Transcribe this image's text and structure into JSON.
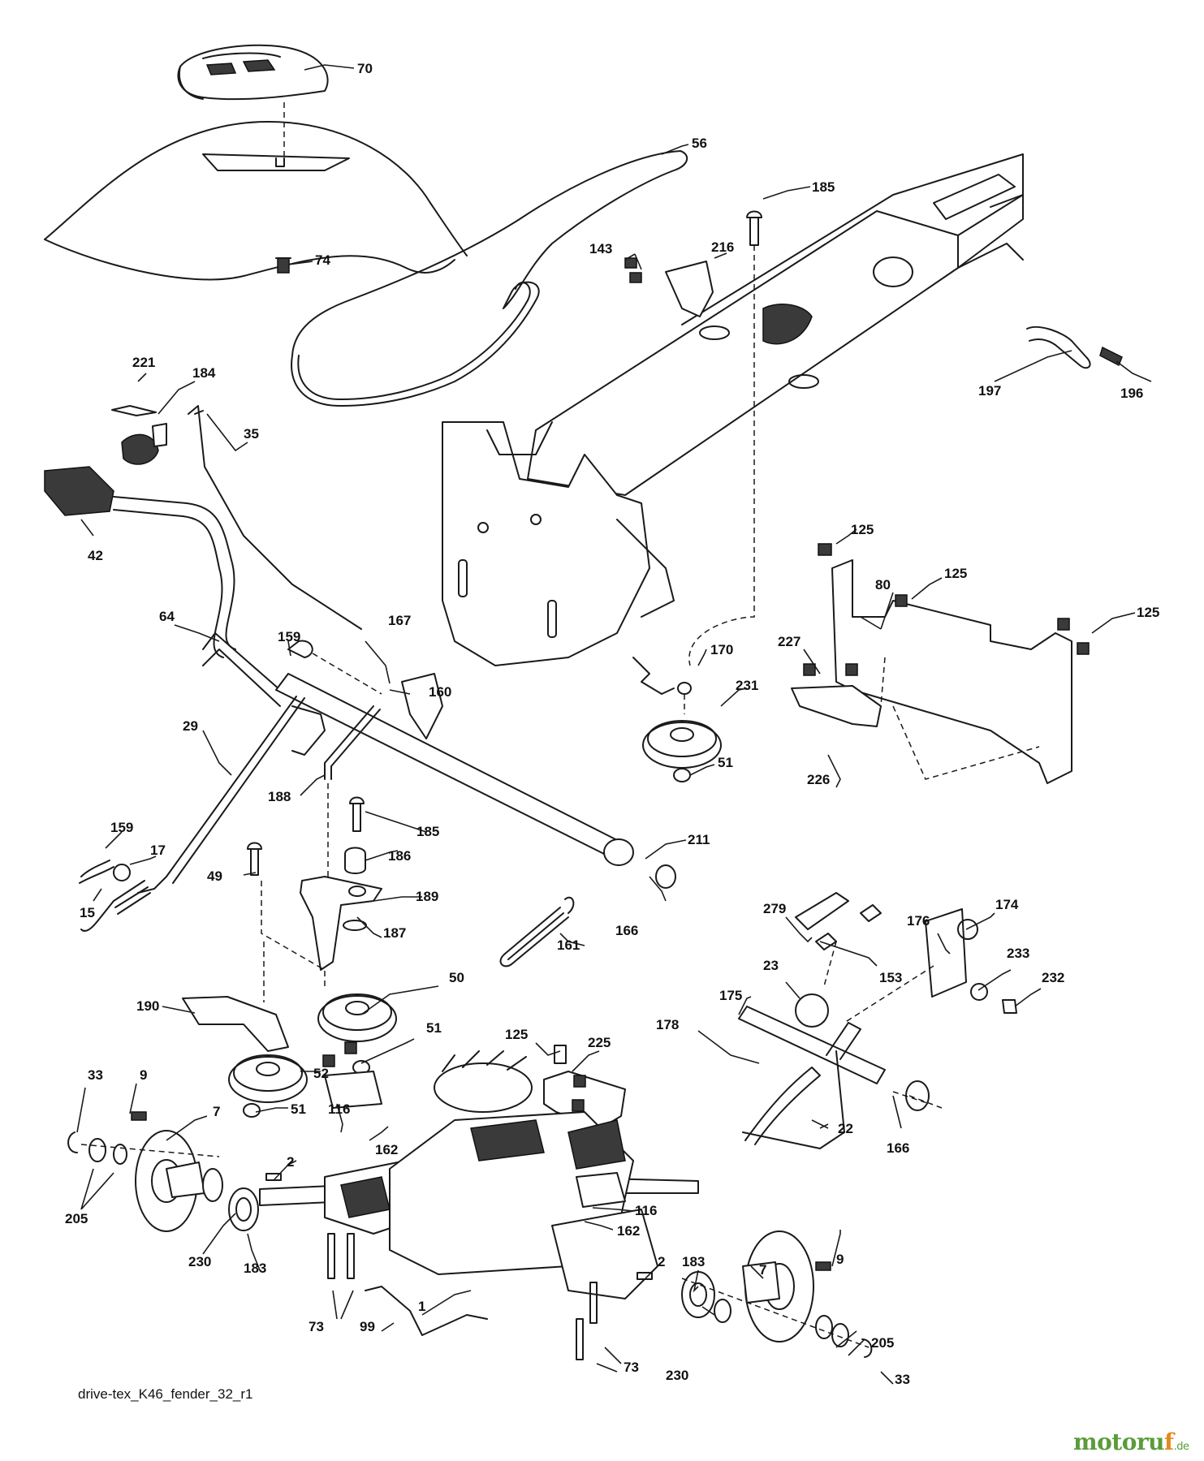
{
  "diagram": {
    "caption": "drive-tex_K46_fender_32_r1",
    "watermark": {
      "main": "motoru",
      "accent": "f",
      "tld": ".de"
    },
    "callouts": [
      {
        "id": "c70",
        "text": "70"
      },
      {
        "id": "c56",
        "text": "56"
      },
      {
        "id": "c185a",
        "text": "185"
      },
      {
        "id": "c143",
        "text": "143"
      },
      {
        "id": "c216",
        "text": "216"
      },
      {
        "id": "c74",
        "text": "74"
      },
      {
        "id": "c221",
        "text": "221"
      },
      {
        "id": "c184",
        "text": "184"
      },
      {
        "id": "c35",
        "text": "35"
      },
      {
        "id": "c42",
        "text": "42"
      },
      {
        "id": "c197",
        "text": "197"
      },
      {
        "id": "c196",
        "text": "196"
      },
      {
        "id": "c125a",
        "text": "125"
      },
      {
        "id": "c125b",
        "text": "125"
      },
      {
        "id": "c80",
        "text": "80"
      },
      {
        "id": "c125c",
        "text": "125"
      },
      {
        "id": "c64",
        "text": "64"
      },
      {
        "id": "c159a",
        "text": "159"
      },
      {
        "id": "c167",
        "text": "167"
      },
      {
        "id": "c160",
        "text": "160"
      },
      {
        "id": "c170",
        "text": "170"
      },
      {
        "id": "c227",
        "text": "227"
      },
      {
        "id": "c231",
        "text": "231"
      },
      {
        "id": "c29",
        "text": "29"
      },
      {
        "id": "c51a",
        "text": "51"
      },
      {
        "id": "c226",
        "text": "226"
      },
      {
        "id": "c188",
        "text": "188"
      },
      {
        "id": "c185b",
        "text": "185"
      },
      {
        "id": "c159b",
        "text": "159"
      },
      {
        "id": "c211",
        "text": "211"
      },
      {
        "id": "c17",
        "text": "17"
      },
      {
        "id": "c186",
        "text": "186"
      },
      {
        "id": "c49",
        "text": "49"
      },
      {
        "id": "c15",
        "text": "15"
      },
      {
        "id": "c189",
        "text": "189"
      },
      {
        "id": "c166a",
        "text": "166"
      },
      {
        "id": "c187",
        "text": "187"
      },
      {
        "id": "c161",
        "text": "161"
      },
      {
        "id": "c279",
        "text": "279"
      },
      {
        "id": "c174",
        "text": "174"
      },
      {
        "id": "c176",
        "text": "176"
      },
      {
        "id": "c233",
        "text": "233"
      },
      {
        "id": "c23",
        "text": "23"
      },
      {
        "id": "c153",
        "text": "153"
      },
      {
        "id": "c232",
        "text": "232"
      },
      {
        "id": "c50",
        "text": "50"
      },
      {
        "id": "c175",
        "text": "175"
      },
      {
        "id": "c190",
        "text": "190"
      },
      {
        "id": "c51b",
        "text": "51"
      },
      {
        "id": "c178",
        "text": "178"
      },
      {
        "id": "c125d",
        "text": "125"
      },
      {
        "id": "c225",
        "text": "225"
      },
      {
        "id": "c33a",
        "text": "33"
      },
      {
        "id": "c9a",
        "text": "9"
      },
      {
        "id": "c52",
        "text": "52"
      },
      {
        "id": "c7a",
        "text": "7"
      },
      {
        "id": "c51c",
        "text": "51"
      },
      {
        "id": "c116a",
        "text": "116"
      },
      {
        "id": "c162a",
        "text": "162"
      },
      {
        "id": "c22",
        "text": "22"
      },
      {
        "id": "c166b",
        "text": "166"
      },
      {
        "id": "c2a",
        "text": "2"
      },
      {
        "id": "c205a",
        "text": "205"
      },
      {
        "id": "c116b",
        "text": "116"
      },
      {
        "id": "c230a",
        "text": "230"
      },
      {
        "id": "c162b",
        "text": "162"
      },
      {
        "id": "c183a",
        "text": "183"
      },
      {
        "id": "c2b",
        "text": "2"
      },
      {
        "id": "c183b",
        "text": "183"
      },
      {
        "id": "c7b",
        "text": "7"
      },
      {
        "id": "c9b",
        "text": "9"
      },
      {
        "id": "c1",
        "text": "1"
      },
      {
        "id": "c73a",
        "text": "73"
      },
      {
        "id": "c99",
        "text": "99"
      },
      {
        "id": "c205b",
        "text": "205"
      },
      {
        "id": "c73b",
        "text": "73"
      },
      {
        "id": "c230b",
        "text": "230"
      },
      {
        "id": "c33b",
        "text": "33"
      }
    ]
  }
}
